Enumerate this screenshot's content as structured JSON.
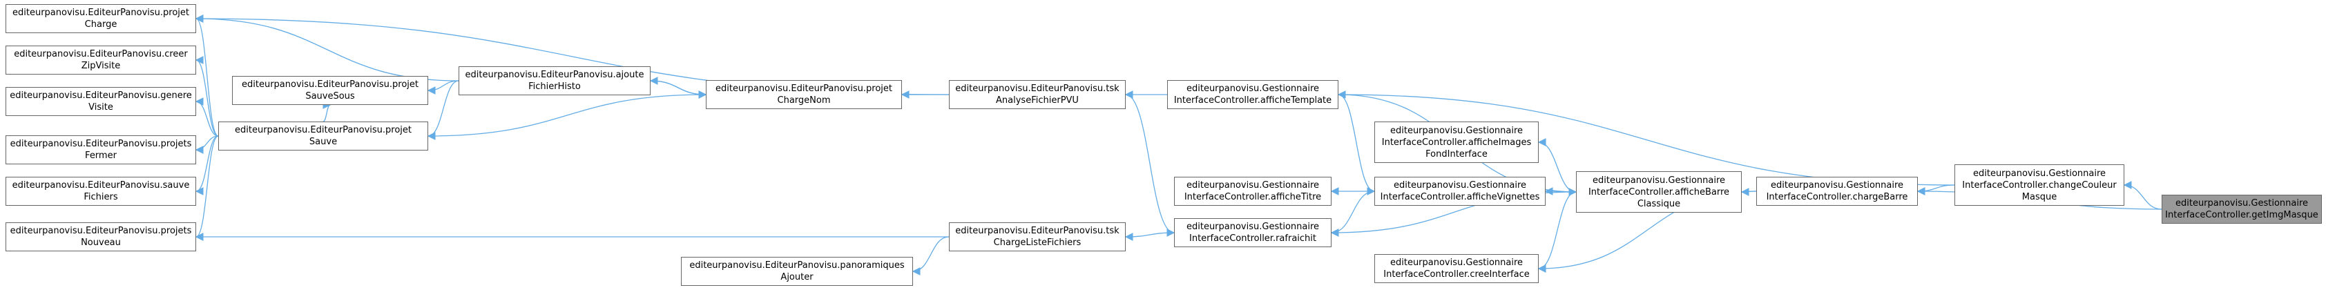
{
  "colors": {
    "edge": "#63ACE5",
    "node_border": "#666666",
    "highlight_fill": "#999999"
  },
  "nodes": {
    "n_getImgMasque": {
      "lines": [
        "editeurpanovisu.Gestionnaire",
        "InterfaceController.getImgMasque"
      ]
    },
    "n_changeCouleur": {
      "lines": [
        "editeurpanovisu.Gestionnaire",
        "InterfaceController.changeCouleur",
        "Masque"
      ]
    },
    "n_chargeBarre": {
      "lines": [
        "editeurpanovisu.Gestionnaire",
        "InterfaceController.chargeBarre"
      ]
    },
    "n_afficheTemplate": {
      "lines": [
        "editeurpanovisu.Gestionnaire",
        "InterfaceController.afficheTemplate"
      ]
    },
    "n_afficheBarre": {
      "lines": [
        "editeurpanovisu.Gestionnaire",
        "InterfaceController.afficheBarre",
        "Classique"
      ]
    },
    "n_creeInterface": {
      "lines": [
        "editeurpanovisu.Gestionnaire",
        "InterfaceController.creeInterface"
      ]
    },
    "n_afficheImages": {
      "lines": [
        "editeurpanovisu.Gestionnaire",
        "InterfaceController.afficheImages",
        "FondInterface"
      ]
    },
    "n_afficheVignettes": {
      "lines": [
        "editeurpanovisu.Gestionnaire",
        "InterfaceController.afficheVignettes"
      ]
    },
    "n_rafraichit": {
      "lines": [
        "editeurpanovisu.Gestionnaire",
        "InterfaceController.rafraichit"
      ]
    },
    "n_afficheTitre": {
      "lines": [
        "editeurpanovisu.Gestionnaire",
        "InterfaceController.afficheTitre"
      ]
    },
    "n_tskAnalyse": {
      "lines": [
        "editeurpanovisu.EditeurPanovisu.tsk",
        "AnalyseFichierPVU"
      ]
    },
    "n_tskCharge": {
      "lines": [
        "editeurpanovisu.EditeurPanovisu.tsk",
        "ChargeListeFichiers"
      ]
    },
    "n_panoAjouter": {
      "lines": [
        "editeurpanovisu.EditeurPanovisu.panoramiques",
        "Ajouter"
      ]
    },
    "n_projetChargeNom": {
      "lines": [
        "editeurpanovisu.EditeurPanovisu.projet",
        "ChargeNom"
      ]
    },
    "n_ajouteFichierHisto": {
      "lines": [
        "editeurpanovisu.EditeurPanovisu.ajoute",
        "FichierHisto"
      ]
    },
    "n_projetSauveSous": {
      "lines": [
        "editeurpanovisu.EditeurPanovisu.projet",
        "SauveSous"
      ]
    },
    "n_projetSauve": {
      "lines": [
        "editeurpanovisu.EditeurPanovisu.projet",
        "Sauve"
      ]
    },
    "n_projetCharge": {
      "lines": [
        "editeurpanovisu.EditeurPanovisu.projet",
        "Charge"
      ]
    },
    "n_creerZip": {
      "lines": [
        "editeurpanovisu.EditeurPanovisu.creer",
        "ZipVisite"
      ]
    },
    "n_genereVisite": {
      "lines": [
        "editeurpanovisu.EditeurPanovisu.genere",
        "Visite"
      ]
    },
    "n_projetsFermer": {
      "lines": [
        "editeurpanovisu.EditeurPanovisu.projets",
        "Fermer"
      ]
    },
    "n_sauveFichiers": {
      "lines": [
        "editeurpanovisu.EditeurPanovisu.sauve",
        "Fichiers"
      ]
    },
    "n_projetsNouveau": {
      "lines": [
        "editeurpanovisu.EditeurPanovisu.projets",
        "Nouveau"
      ]
    }
  },
  "edges": [
    [
      "n_changeCouleur",
      "n_getImgMasque"
    ],
    [
      "n_chargeBarre",
      "n_getImgMasque"
    ],
    [
      "n_afficheTemplate",
      "n_changeCouleur"
    ],
    [
      "n_chargeBarre",
      "n_changeCouleur"
    ],
    [
      "n_afficheBarre",
      "n_chargeBarre"
    ],
    [
      "n_creeInterface",
      "n_chargeBarre"
    ],
    [
      "n_tskAnalyse",
      "n_afficheTemplate"
    ],
    [
      "n_afficheVignettes",
      "n_afficheTemplate"
    ],
    [
      "n_afficheBarre",
      "n_afficheTemplate"
    ],
    [
      "n_afficheImages",
      "n_afficheBarre"
    ],
    [
      "n_afficheVignettes",
      "n_afficheBarre"
    ],
    [
      "n_rafraichit",
      "n_afficheBarre"
    ],
    [
      "n_creeInterface",
      "n_afficheBarre"
    ],
    [
      "n_afficheTitre",
      "n_afficheVignettes"
    ],
    [
      "n_rafraichit",
      "n_afficheVignettes"
    ],
    [
      "n_tskCharge",
      "n_rafraichit"
    ],
    [
      "n_rafraichit",
      "n_tskAnalyse"
    ],
    [
      "n_projetChargeNom",
      "n_tskAnalyse"
    ],
    [
      "n_projetCharge",
      "n_tskAnalyse"
    ],
    [
      "n_panoAjouter",
      "n_tskCharge"
    ],
    [
      "n_projetsNouveau",
      "n_tskCharge"
    ],
    [
      "n_ajouteFichierHisto",
      "n_projetChargeNom"
    ],
    [
      "n_projetChargeNom",
      "n_ajouteFichierHisto"
    ],
    [
      "n_projetChargeNom",
      "n_projetSauve"
    ],
    [
      "n_projetSauveSous",
      "n_ajouteFichierHisto"
    ],
    [
      "n_projetSauve",
      "n_ajouteFichierHisto"
    ],
    [
      "n_projetCharge",
      "n_ajouteFichierHisto"
    ],
    [
      "n_projetSauveSous",
      "n_projetSauve"
    ],
    [
      "n_projetCharge",
      "n_projetSauve"
    ],
    [
      "n_creerZip",
      "n_projetSauve"
    ],
    [
      "n_genereVisite",
      "n_projetSauve"
    ],
    [
      "n_projetsFermer",
      "n_projetSauve"
    ],
    [
      "n_sauveFichiers",
      "n_projetSauve"
    ],
    [
      "n_projetsNouveau",
      "n_projetSauve"
    ]
  ]
}
